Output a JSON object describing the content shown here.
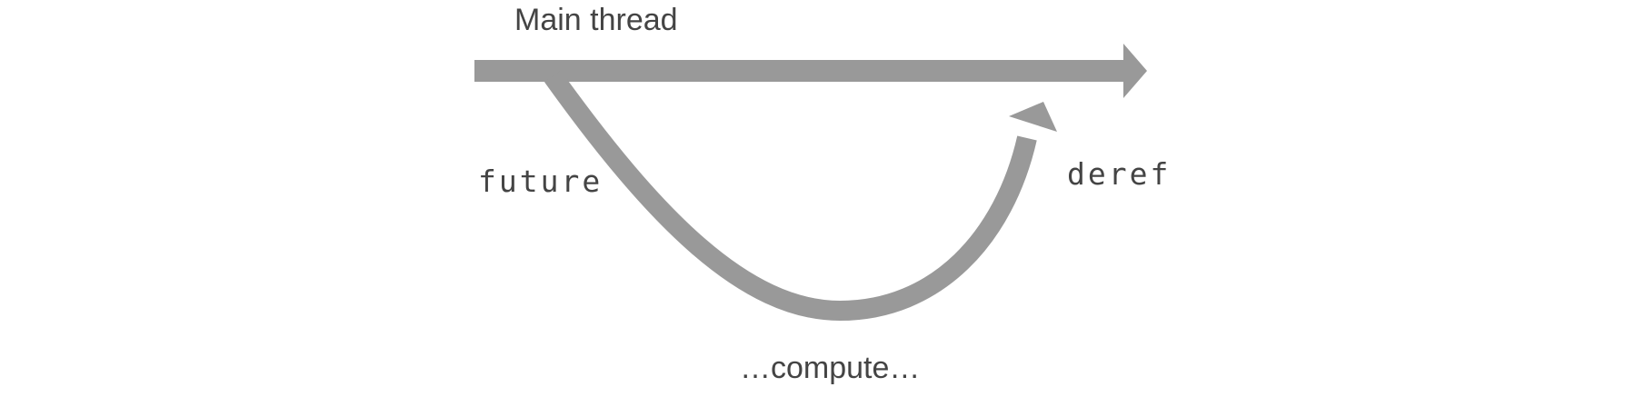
{
  "labels": {
    "main_thread": "Main thread",
    "future": "future",
    "deref": "deref",
    "compute": "…compute…"
  },
  "colors": {
    "arrow": "#999999",
    "text": "#444444",
    "background": "#ffffff"
  }
}
